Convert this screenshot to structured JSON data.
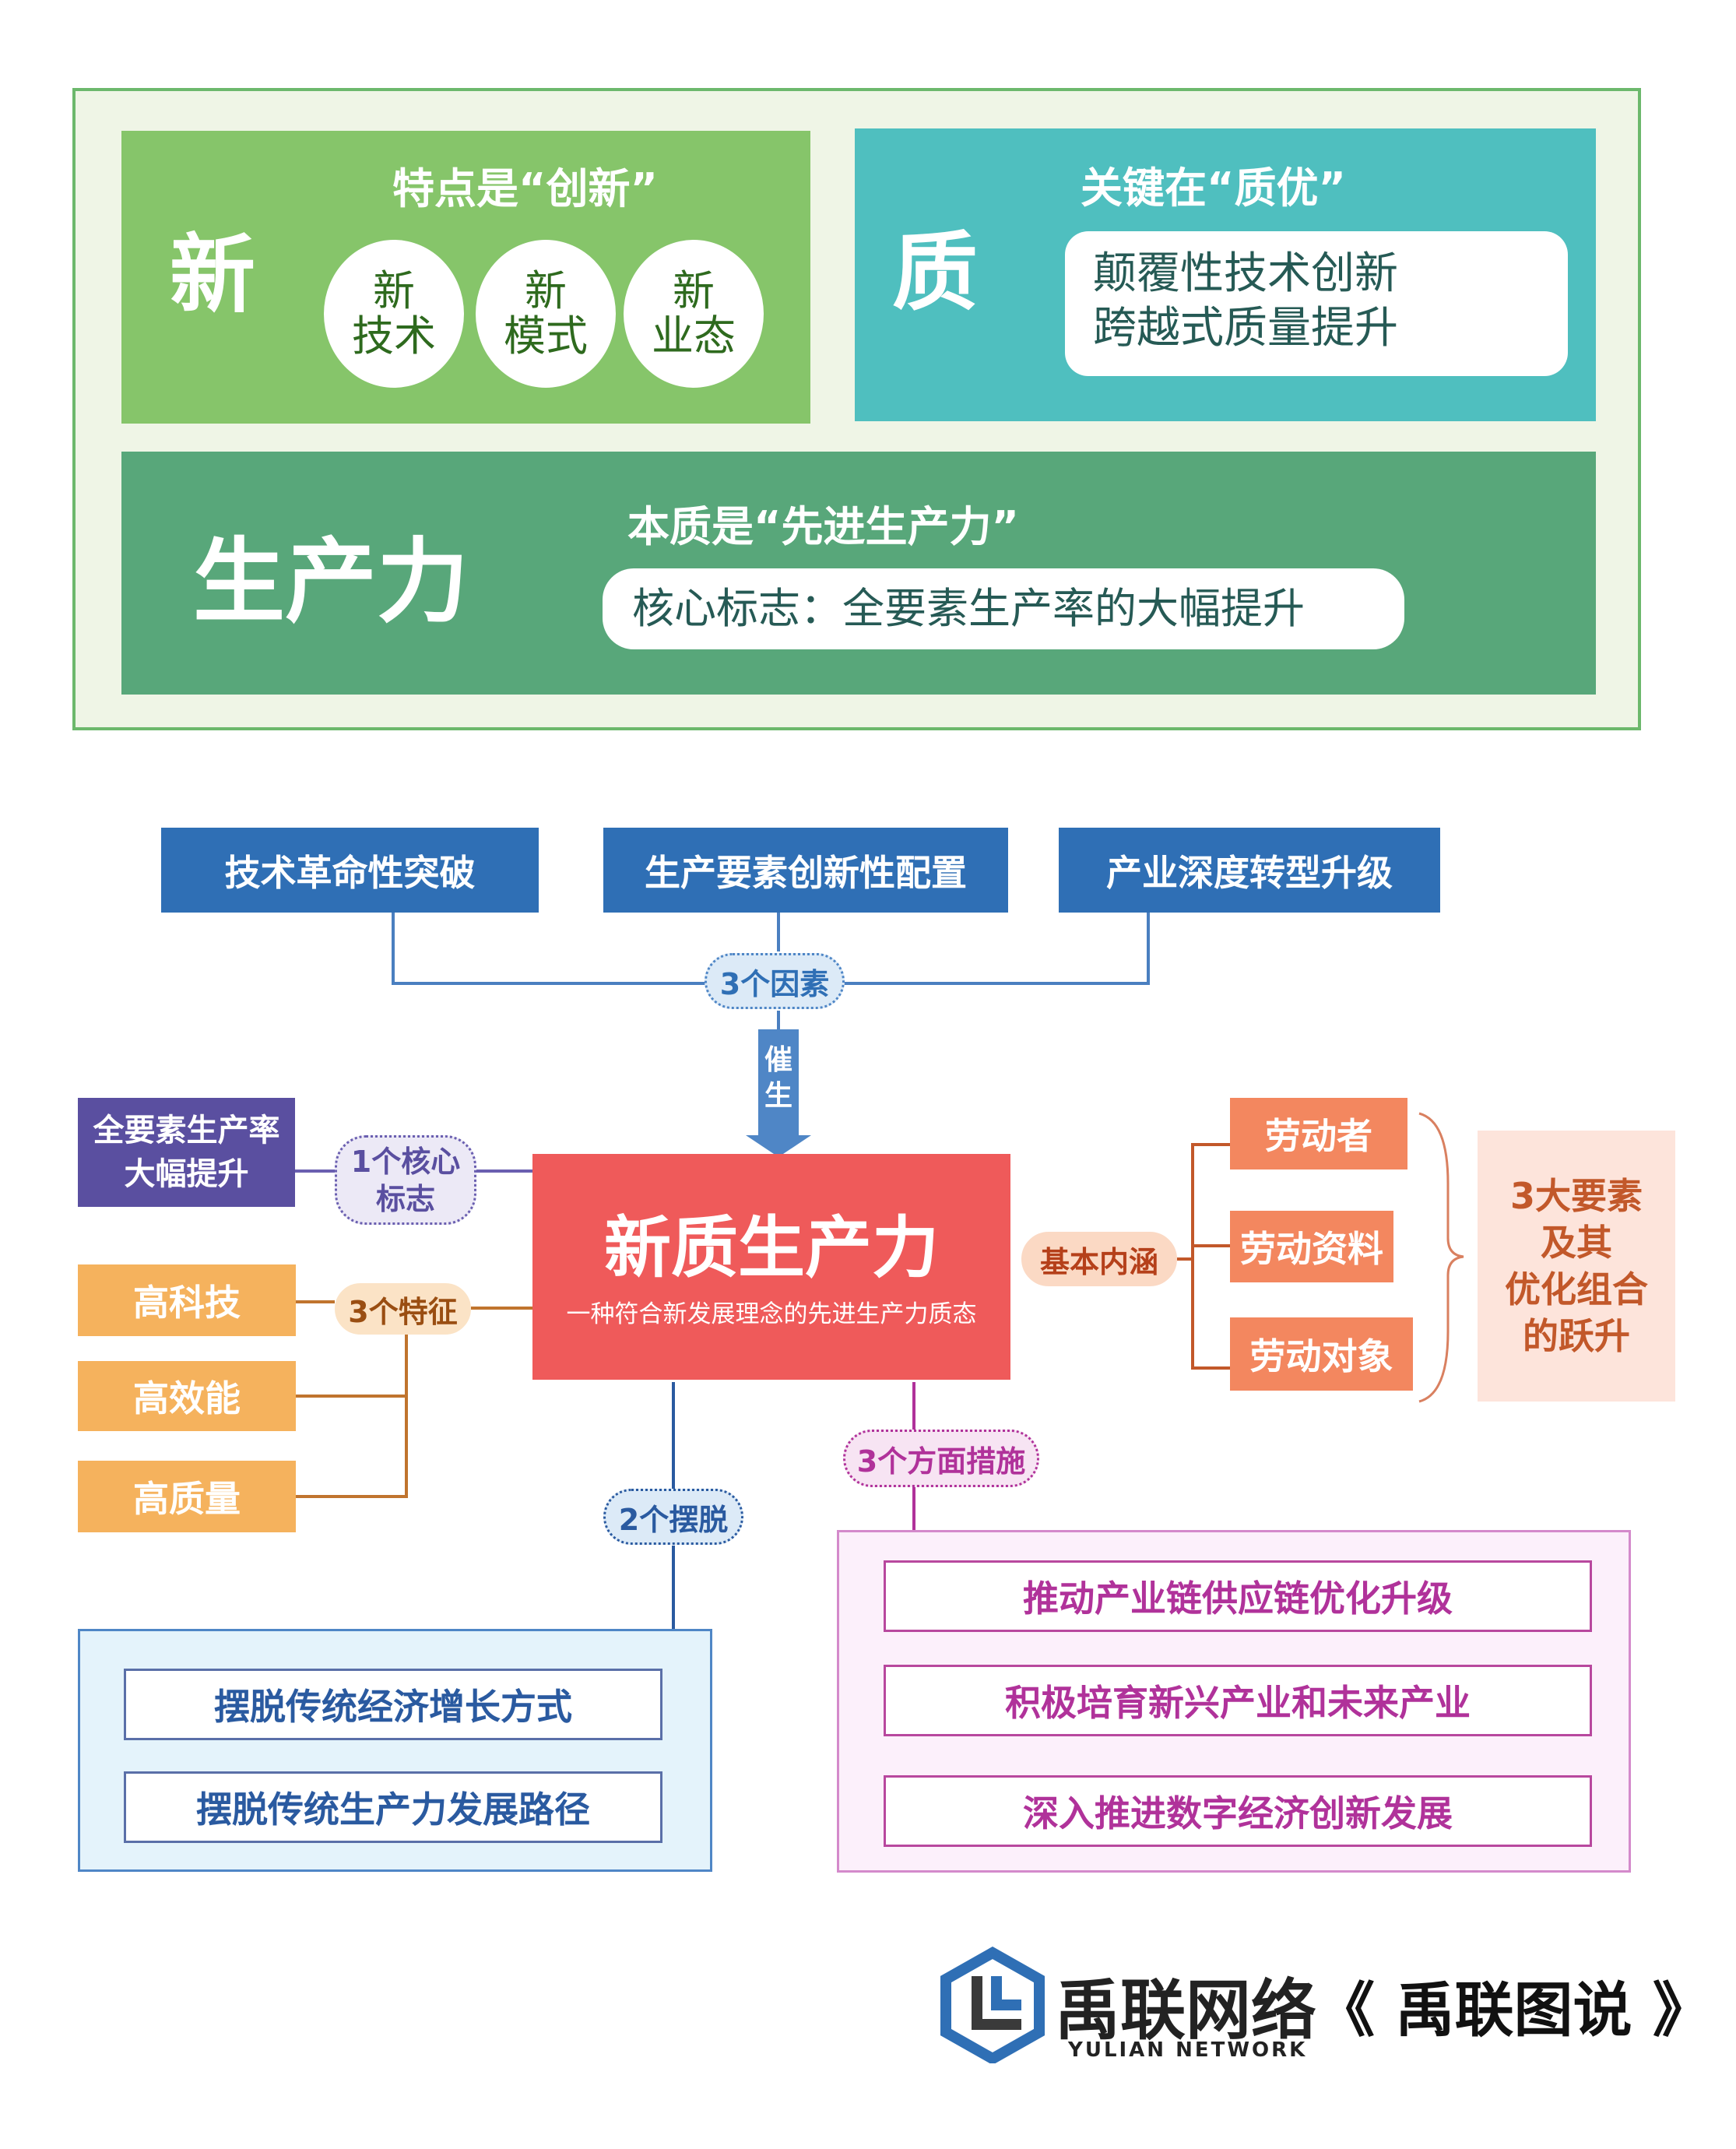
{
  "top": {
    "xin": {
      "char": "新",
      "subtitle": "特点是“创新”",
      "circles": [
        [
          "新",
          "技术"
        ],
        [
          "新",
          "模式"
        ],
        [
          "新",
          "业态"
        ]
      ]
    },
    "zhi": {
      "char": "质",
      "subtitle": "关键在“质优”",
      "lines": [
        "颠覆性技术创新",
        "跨越式质量提升"
      ]
    },
    "shengchanli": {
      "char": "生产力",
      "subtitle": "本质是“先进生产力”",
      "sign": "核心标志：全要素生产率的大幅提升"
    }
  },
  "factors": {
    "items": [
      "技术革命性突破",
      "生产要素创新性配置",
      "产业深度转型升级"
    ],
    "tag": "3个因素",
    "arrow_label": [
      "催",
      "生"
    ]
  },
  "center": {
    "title": "新质生产力",
    "subtitle": "一种符合新发展理念的先进生产力质态"
  },
  "core": {
    "box": [
      "全要素生产率",
      "大幅提升"
    ],
    "tag": [
      "1个核心",
      "标志"
    ]
  },
  "features": {
    "tag": "3个特征",
    "items": [
      "高科技",
      "高效能",
      "高质量"
    ]
  },
  "connotation": {
    "tag": "基本内涵",
    "items": [
      "劳动者",
      "劳动资料",
      "劳动对象"
    ],
    "summary": [
      "3大要素",
      "及其",
      "优化组合",
      "的跃升"
    ]
  },
  "escape": {
    "tag": "2个摆脱",
    "items": [
      "摆脱传统经济增长方式",
      "摆脱传统生产力发展路径"
    ]
  },
  "measures": {
    "tag": "3个方面措施",
    "items": [
      "推动产业链供应链优化升级",
      "积极培育新兴产业和未来产业",
      "深入推进数字经济创新发展"
    ]
  },
  "footer": {
    "brand_cn": "禹联网络",
    "brand_en": "YULIAN NETWORK",
    "series": "《 禹联图说 》"
  },
  "colors": {
    "blue": "#2f6fb5",
    "red": "#ef5a5a",
    "orange": "#f5b25d",
    "salmon": "#f3875f",
    "purple": "#5a4fa0",
    "pink": "#b0329a"
  }
}
